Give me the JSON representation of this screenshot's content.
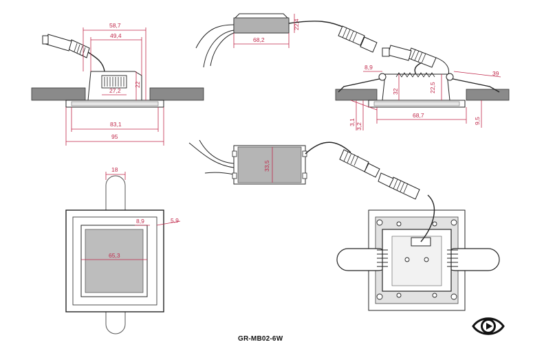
{
  "model_label": "GR-MB02-6W",
  "dimensions": {
    "side_top": "58,7",
    "side_inner": "49,4",
    "side_small": "27,2",
    "side_height": "22",
    "side_bottom": "83,1",
    "side_total": "95",
    "driver_height": "22,4",
    "driver_length": "68,2",
    "install_offset": "8,9",
    "install_clip": "39",
    "install_height": "32",
    "install_depth": "22,5",
    "install_base": "68,7",
    "install_a": "3,1",
    "install_b": "3,2",
    "install_c": "9,5",
    "driver2_width": "33,5",
    "front_clip": "18",
    "front_margin1": "8,9",
    "front_margin2": "5,9",
    "front_panel": "65,3"
  },
  "icons": {
    "play": "play-eye-icon"
  },
  "colors": {
    "dimension": "#c0284a",
    "line": "#222222",
    "fill_grey": "#9a9a9a"
  }
}
